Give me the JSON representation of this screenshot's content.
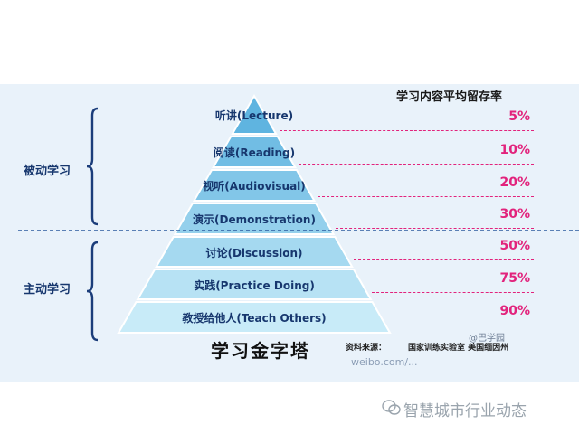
{
  "column_title": "学习内容平均留存率",
  "groups": [
    {
      "label": "被动学习"
    },
    {
      "label": "主动学习"
    }
  ],
  "layers": [
    {
      "label": "听讲(Lecture)",
      "percent": "5%"
    },
    {
      "label": "阅读(Reading)",
      "percent": "10%"
    },
    {
      "label": "视听(Audiovisual)",
      "percent": "20%"
    },
    {
      "label": "演示(Demonstration)",
      "percent": "30%"
    },
    {
      "label": "讨论(Discussion)",
      "percent": "50%"
    },
    {
      "label": "实践(Practice Doing)",
      "percent": "75%"
    },
    {
      "label": "教授给他人(Teach Others)",
      "percent": "90%"
    }
  ],
  "title": "学习金字塔",
  "source": {
    "label": "资料来源：",
    "value": "国家训练实验室  美国缅因州"
  },
  "watermark": {
    "tag": "@巴学园",
    "url": "weibo.com/..."
  },
  "footer": {
    "brand": "智慧城市行业动态",
    "icon": "wechat-icon"
  },
  "colors": {
    "background": "#e9f2fa",
    "pyramid_top": "#5fb4e0",
    "pyramid_bottom": "#bfe6f6",
    "percent": "#e2237c",
    "label": "#17376e"
  }
}
